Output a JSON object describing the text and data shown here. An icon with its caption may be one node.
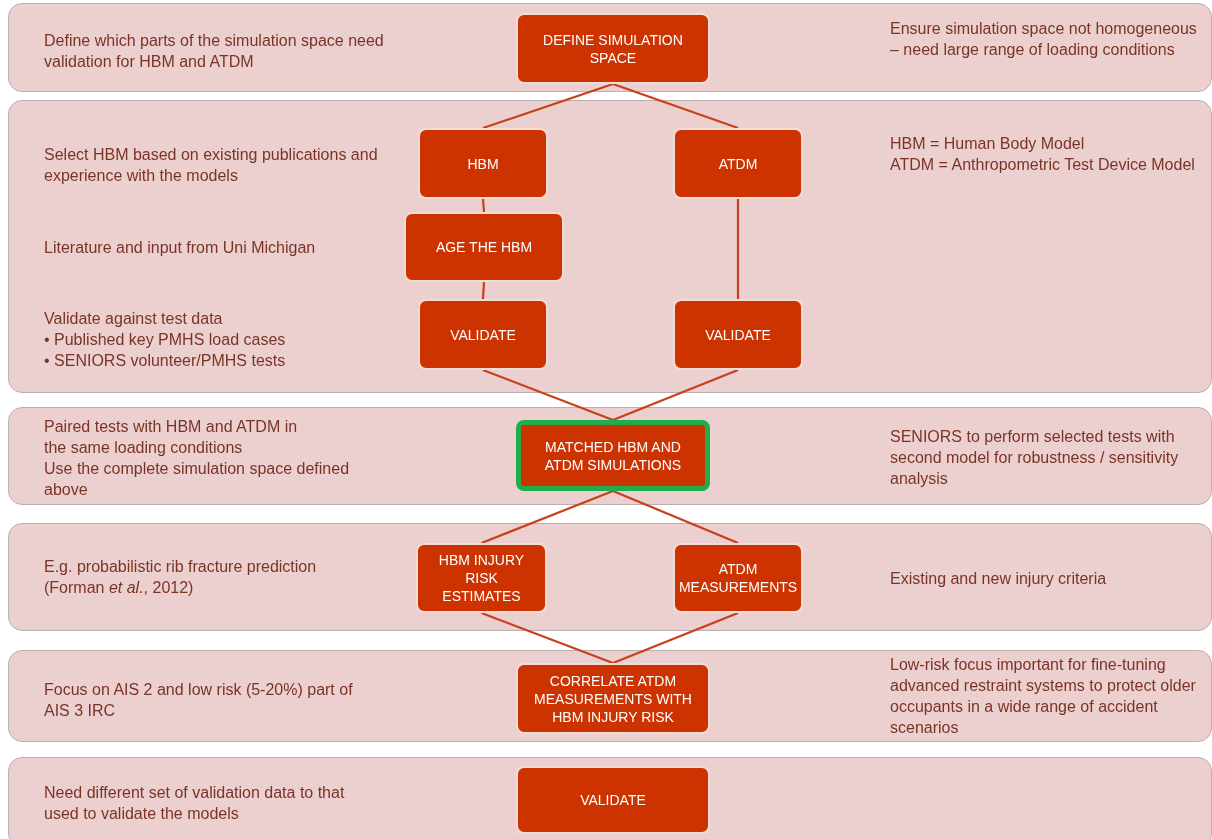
{
  "diagram": {
    "nodes": [
      {
        "text": [
          "Define which parts of the simulation space need validation for HBM and ATDM",
          "Ensure simulation space not homogeneous – need large range of loading conditions"
        ]
      },
      {
        "text": [
          "DEFINE SIMULATION SPACE"
        ],
        "in": 0
      },
      {
        "text": [
          "Select HBM based on existing publications and experience with the models",
          "Literature and input from Uni Michigan",
          "Validate against test data",
          "• Published key PMHS load cases",
          "• SENIORS volunteer/PMHS tests",
          "HBM = Human Body Model",
          "ATDM = Anthropometric Test Device Model"
        ]
      },
      {
        "text": [
          "HBM"
        ],
        "in": 2
      },
      {
        "text": [
          "ATDM"
        ],
        "in": 2
      },
      {
        "text": [
          "AGE THE HBM"
        ],
        "in": 2
      },
      {
        "text": [
          "VALIDATE"
        ],
        "in": 2
      },
      {
        "text": [
          "VALIDATE"
        ],
        "in": 2
      },
      {
        "text": [
          "Paired tests with HBM and ATDM in the same loading conditions",
          "Use the complete simulation space defined above",
          "SENIORS to perform selected tests with second model for robustness / sensitivity analysis"
        ]
      },
      {
        "text": [
          "MATCHED HBM AND ATDM SIMULATIONS"
        ],
        "in": 8
      },
      {
        "text": [
          "E.g. probabilistic rib fracture prediction (Forman *et al.*, 2012)",
          "Existing and new injury criteria"
        ]
      },
      {
        "text": [
          "HBM INJURY RISK ESTIMATES"
        ],
        "in": 10
      },
      {
        "text": [
          "ATDM MEASUREMENTS"
        ],
        "in": 10
      },
      {
        "text": [
          "Focus on AIS 2 and low risk (5-20%) part of AIS 3 IRC",
          "Low-risk focus important for fine-tuning advanced restraint systems to protect older occupants in a wide range of accident scenarios"
        ]
      },
      {
        "text": [
          "CORRELATE ATDM MEASUREMENTS WITH HBM INJURY RISK"
        ],
        "in": 13
      },
      {
        "text": [
          "Need different set of validation data to that used to validate the models"
        ]
      },
      {
        "text": [
          "VALIDATE"
        ],
        "in": 15
      }
    ],
    "edges": [
      {
        "from": 1,
        "to": 3,
        "arrow": "none"
      },
      {
        "from": 1,
        "to": 4,
        "arrow": "none"
      },
      {
        "from": 3,
        "to": 5,
        "arrow": "none"
      },
      {
        "from": 5,
        "to": 6,
        "arrow": "none"
      },
      {
        "from": 4,
        "to": 7,
        "arrow": "none"
      },
      {
        "from": 6,
        "to": 9,
        "arrow": "none"
      },
      {
        "from": 7,
        "to": 9,
        "arrow": "none"
      },
      {
        "from": 9,
        "to": 11,
        "arrow": "none"
      },
      {
        "from": 9,
        "to": 12,
        "arrow": "none"
      },
      {
        "from": 11,
        "to": 14,
        "arrow": "none"
      },
      {
        "from": 12,
        "to": 14,
        "arrow": "none"
      }
    ]
  }
}
